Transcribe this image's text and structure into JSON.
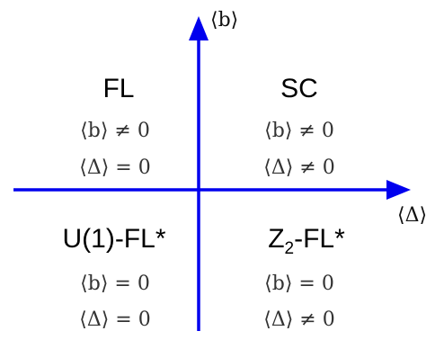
{
  "axes": {
    "color": "#0000ee",
    "vertical_label": "⟨b⟩",
    "horizontal_label": "⟨Δ⟩"
  },
  "quadrants": {
    "top_left": {
      "name": "FL",
      "line1": "⟨b⟩ ≠ 0",
      "line2": "⟨Δ⟩ = 0"
    },
    "top_right": {
      "name": "SC",
      "line1": "⟨b⟩ ≠ 0",
      "line2": "⟨Δ⟩ ≠ 0"
    },
    "bottom_left": {
      "name": "U(1)-FL*",
      "line1": "⟨b⟩ = 0",
      "line2": "⟨Δ⟩ = 0"
    },
    "bottom_right": {
      "name_main": "Z",
      "name_subscript": "2",
      "name_suffix": "-FL*",
      "line1": "⟨b⟩ = 0",
      "line2": "⟨Δ⟩ ≠ 0"
    }
  }
}
